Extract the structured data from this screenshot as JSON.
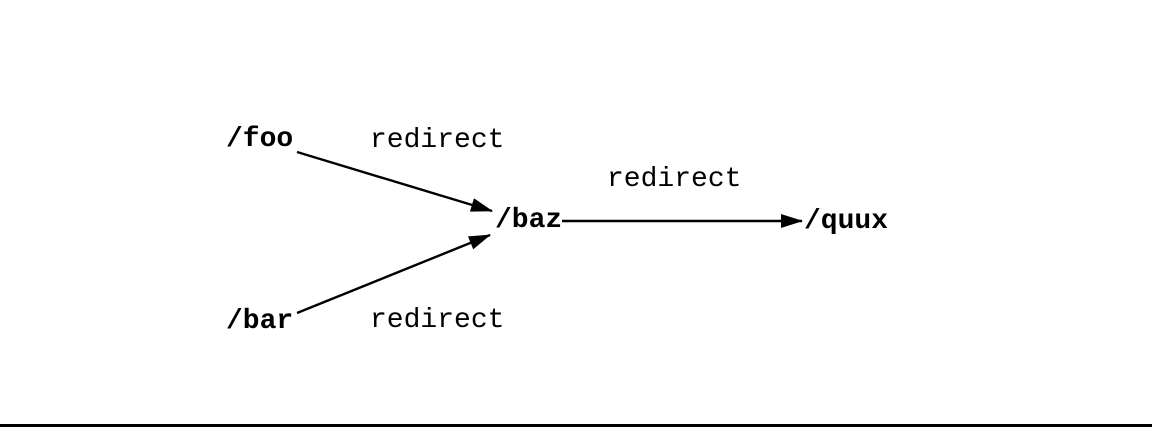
{
  "diagram": {
    "colors": {
      "ink": "#000000",
      "background": "#ffffff"
    },
    "nodes": [
      {
        "id": "foo",
        "label": "/foo"
      },
      {
        "id": "bar",
        "label": "/bar"
      },
      {
        "id": "baz",
        "label": "/baz"
      },
      {
        "id": "quux",
        "label": "/quux"
      }
    ],
    "edges": [
      {
        "from": "/foo",
        "to": "/baz",
        "label": "redirect"
      },
      {
        "from": "/bar",
        "to": "/baz",
        "label": "redirect"
      },
      {
        "from": "/baz",
        "to": "/quux",
        "label": "redirect"
      }
    ]
  }
}
